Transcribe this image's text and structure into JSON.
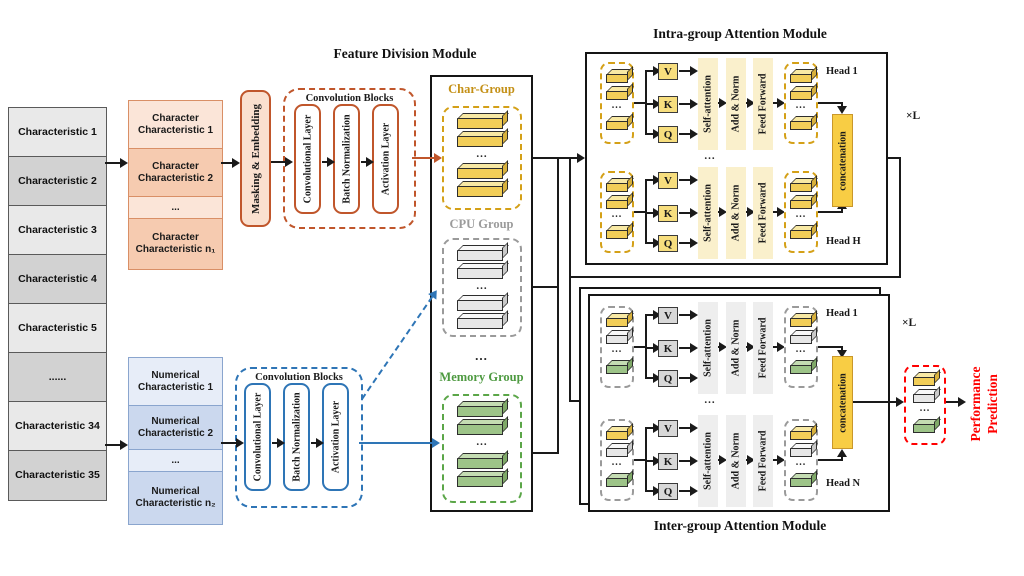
{
  "misc": {
    "dots": "...",
    "xl": "×L"
  },
  "titles": {
    "feature_division": "Feature Division Module",
    "intra": "Intra-group Attention Module",
    "inter": "Inter-group Attention Module"
  },
  "input_table": {
    "rows": [
      "Characteristic 1",
      "Characteristic 2",
      "Characteristic 3",
      "Characteristic 4",
      "Characteristic 5",
      "......",
      "Characteristic 34",
      "Characteristic 35"
    ]
  },
  "char_column": {
    "rows": [
      "Character Characteristic 1",
      "Character Characteristic 2",
      "...",
      "Character Characteristic n₁"
    ]
  },
  "num_column": {
    "rows": [
      "Numerical Characteristic 1",
      "Numerical Characteristic 2",
      "...",
      "Numerical Characteristic n₂"
    ]
  },
  "embedding": {
    "label": "Masking & Embedding"
  },
  "conv_blocks": {
    "title": "Convolution Blocks",
    "layers": [
      "Convolutional Layer",
      "Batch Normalization",
      "Activation Layer"
    ]
  },
  "feature_division": {
    "groups": [
      {
        "label": "Char-Group",
        "color": "#c49016"
      },
      {
        "label": "CPU Group",
        "color": "#9b9b9b"
      },
      {
        "label": "Memory Group",
        "color": "#4e9a41"
      }
    ]
  },
  "attention": {
    "vkq": [
      "V",
      "K",
      "Q"
    ],
    "stages": [
      "Self-attention",
      "Add & Norm",
      "Feed Forward"
    ],
    "concat": "concatenation",
    "intra_heads": [
      "Head 1",
      "Head H"
    ],
    "inter_heads": [
      "Head 1",
      "Head N"
    ]
  },
  "output": {
    "label": "Performance Prediction"
  }
}
